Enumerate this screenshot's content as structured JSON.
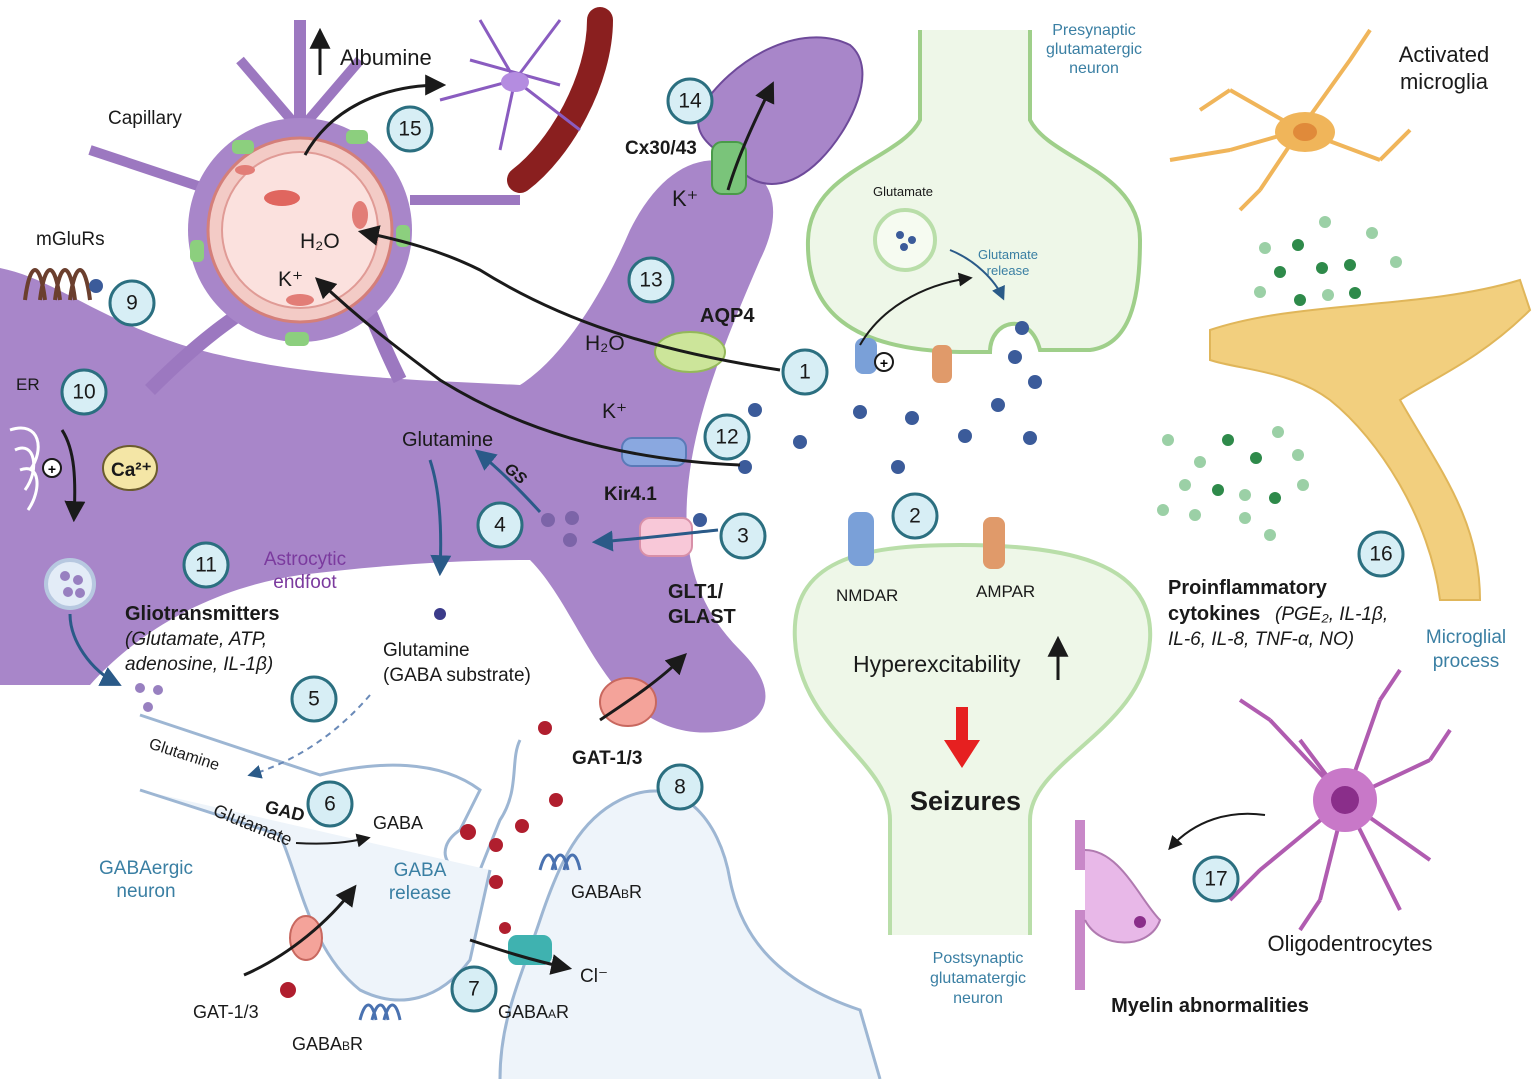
{
  "labels": {
    "albumine": "Albumine",
    "capillary": "Capillary",
    "mglurs": "mGluRs",
    "er": "ER",
    "h2o_cap": "H₂O",
    "k_cap": "K⁺",
    "cx": "Cx30/43",
    "k_top": "K⁺",
    "aqp4": "AQP4",
    "h2o_astro": "H₂O",
    "k_astro": "K⁺",
    "kir": "Kir4.1",
    "glutamine_astro": "Glutamine",
    "gs": "GS",
    "ca": "Ca²⁺",
    "astro_endfoot_1": "Astrocytic",
    "astro_endfoot_2": "endfoot",
    "glt_1": "GLT1/",
    "glt_2": "GLAST",
    "gliotrans_title": "Gliotransmitters",
    "gliotrans_1": "(Glutamate, ATP,",
    "gliotrans_2": "adenosine, IL-1β)",
    "glutamine_sub_1": "Glutamine",
    "glutamine_sub_2": "(GABA substrate)",
    "glutamine_axon": "Glutamine",
    "glutamate_axon": "Glutamate",
    "gad": "GAD",
    "gaba": "GABA",
    "gaba_release_1": "GABA",
    "gaba_release_2": "release",
    "gabaergic_1": "GABAergic",
    "gabaergic_2": "neuron",
    "gat_bottom": "GAT-1/3",
    "gabab_bottom": "GABA",
    "gabab_bottom_sub": "B",
    "gabab_bottom_end": "R",
    "gabab_right": "GABA",
    "gabab_right_sub": "B",
    "gabab_right_end": "R",
    "gabaa": "GABA",
    "gabaa_sub": "A",
    "gabaa_end": "R",
    "cl": "Cl⁻",
    "gat_mid": "GAT-1/3",
    "presyn_1": "Presynaptic",
    "presyn_2": "glutamatergic",
    "presyn_3": "neuron",
    "glutamate_ves": "Glutamate",
    "glut_release_1": "Glutamate",
    "glut_release_2": "release",
    "nmdar": "NMDAR",
    "ampar": "AMPAR",
    "hyper": "Hyperexcitability",
    "seizures": "Seizures",
    "postsyn_1": "Postsynaptic",
    "postsyn_2": "glutamatergic",
    "postsyn_3": "neuron",
    "activated_1": "Activated",
    "activated_2": "microglia",
    "proinfl_1": "Proinflammatory",
    "proinfl_2": "cytokines",
    "proinfl_3": "(PGE₂, IL-1β,",
    "proinfl_4": "IL-6, IL-8, TNF-α, NO)",
    "microglial_1": "Microglial",
    "microglial_2": "process",
    "oligo": "Oligodentrocytes",
    "myelin": "Myelin abnormalities"
  },
  "steps": [
    "1",
    "2",
    "3",
    "4",
    "5",
    "6",
    "7",
    "8",
    "9",
    "10",
    "11",
    "12",
    "13",
    "14",
    "15",
    "16",
    "17"
  ],
  "colors": {
    "astrocyte": "#a886c9",
    "astrocyte_dark": "#7e5aa8",
    "capillary": "#f5c4c0",
    "neuron_fill": "#eef7e8",
    "neuron_stroke": "#9fcf8a",
    "gaba_neuron": "#eef4fa",
    "microglia": "#f0b55a",
    "microglial_process": "#f2cf7e",
    "oligo": "#b05cb0",
    "glutamate_dot": "#3b5b9a",
    "gaba_dot": "#b01e2e",
    "cytokine": "#2e8a4a",
    "step_fill": "#d7eef5",
    "step_stroke": "#2b6f80"
  }
}
